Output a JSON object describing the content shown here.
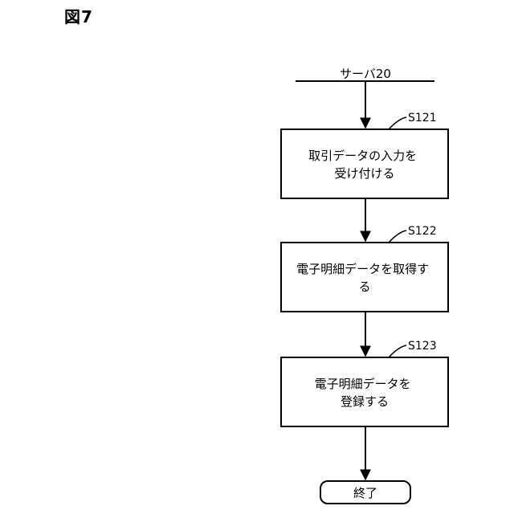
{
  "figure_title": "図7",
  "start": {
    "label": "サーバ20"
  },
  "steps": [
    {
      "id": "S121",
      "lines": [
        "取引データの入力を",
        "受け付ける"
      ]
    },
    {
      "id": "S122",
      "lines": [
        "電子明細データを取得す",
        "る"
      ]
    },
    {
      "id": "S123",
      "lines": [
        "電子明細データを",
        "登録する"
      ]
    }
  ],
  "end": {
    "label": "終了"
  }
}
